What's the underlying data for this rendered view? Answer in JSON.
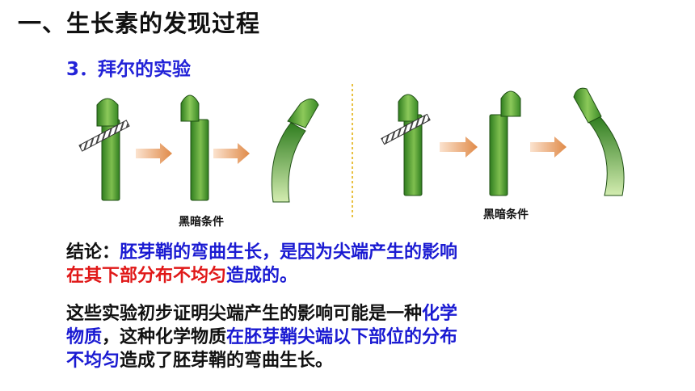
{
  "slide": {
    "title": "一、生长素的发现过程",
    "subtitle": "3．拜尔的实验"
  },
  "experiment": {
    "caption_left": "黑暗条件",
    "caption_right": "黑暗条件",
    "colors": {
      "stem_dark": "#2f7d1f",
      "stem_light": "#c8e6a0",
      "arrow": "#e09a5c",
      "divider": "#e8c040"
    }
  },
  "conclusion": {
    "line1": {
      "label": "结论：",
      "text": "胚芽鞘的弯曲生长，是因为尖端产生的影响"
    },
    "line2": {
      "red": "在其下部分布不均匀",
      "rest": "造成的。"
    }
  },
  "findings": {
    "line1": {
      "black": "这些实验初步证明尖端产生的影响可能是一种",
      "blue": "化学"
    },
    "line2": {
      "blue_a": "物质",
      "black": "，这种化学物质",
      "blue_b": "在胚芽鞘尖端以下部位的分布"
    },
    "line3": {
      "blue": "不均匀",
      "black": "造成了胚芽鞘的弯曲生长。"
    }
  },
  "colors": {
    "title": "#111111",
    "subtitle": "#2323d8",
    "blue_text": "#1a1ad2",
    "red_text": "#e01818"
  }
}
